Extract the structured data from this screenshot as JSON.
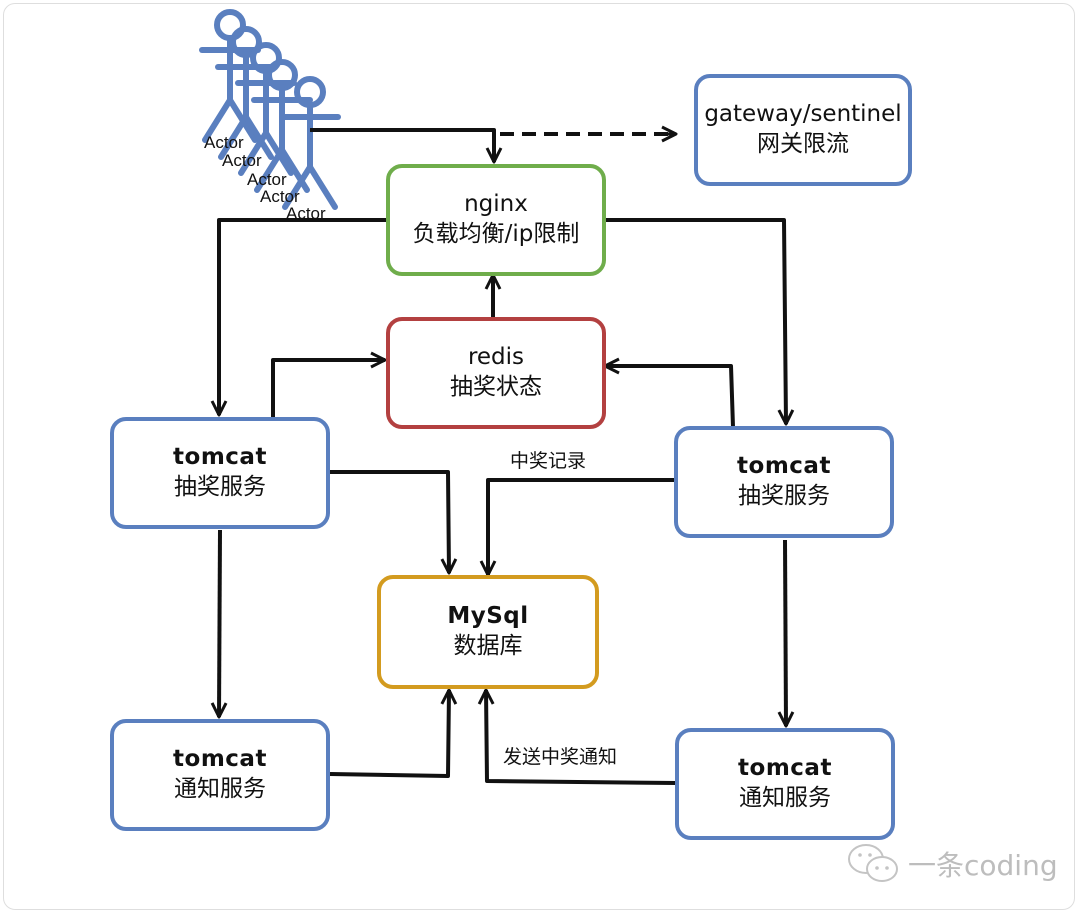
{
  "actors": {
    "icon": "stick-figure-icon",
    "labels": [
      "Actor",
      "Actor",
      "Actor",
      "Actor",
      "Actor"
    ],
    "color": "#5a7fbf"
  },
  "nodes": {
    "gateway": {
      "line1": "gateway/sentinel",
      "line2": "网关限流",
      "color": "#5a7fbf"
    },
    "nginx": {
      "line1": "nginx",
      "line2": "负载均衡/ip限制",
      "color": "#6fad4b"
    },
    "redis": {
      "line1": "redis",
      "line2": "抽奖状态",
      "color": "#b34040"
    },
    "lottery_left": {
      "line1": "tomcat",
      "line2": "抽奖服务",
      "color": "#5a7fbf"
    },
    "lottery_right": {
      "line1": "tomcat",
      "line2": "抽奖服务",
      "color": "#5a7fbf"
    },
    "mysql": {
      "line1": "MySql",
      "line2": "数据库",
      "color": "#d39b1f"
    },
    "notify_left": {
      "line1": "tomcat",
      "line2": "通知服务",
      "color": "#5a7fbf"
    },
    "notify_right": {
      "line1": "tomcat",
      "line2": "通知服务",
      "color": "#5a7fbf"
    }
  },
  "edge_labels": {
    "win_record": "中奖记录",
    "send_notice": "发送中奖通知"
  },
  "edges": [
    {
      "from": "actors",
      "to": "nginx",
      "style": "solid"
    },
    {
      "from": "actors",
      "to": "gateway",
      "style": "dashed"
    },
    {
      "from": "nginx",
      "to": "lottery_left",
      "style": "solid"
    },
    {
      "from": "nginx",
      "to": "lottery_right",
      "style": "solid"
    },
    {
      "from": "redis",
      "to": "nginx",
      "style": "solid"
    },
    {
      "from": "lottery_left",
      "to": "redis",
      "style": "solid"
    },
    {
      "from": "lottery_right",
      "to": "redis",
      "style": "solid"
    },
    {
      "from": "lottery_left",
      "to": "mysql",
      "style": "solid"
    },
    {
      "from": "lottery_right",
      "to": "mysql",
      "style": "solid",
      "label": "中奖记录"
    },
    {
      "from": "lottery_left",
      "to": "notify_left",
      "style": "solid"
    },
    {
      "from": "lottery_right",
      "to": "notify_right",
      "style": "solid"
    },
    {
      "from": "notify_left",
      "to": "mysql",
      "style": "solid"
    },
    {
      "from": "notify_right",
      "to": "mysql",
      "style": "solid",
      "label": "发送中奖通知"
    }
  ],
  "watermark": {
    "icon": "wechat-icon",
    "text": "一条coding"
  }
}
